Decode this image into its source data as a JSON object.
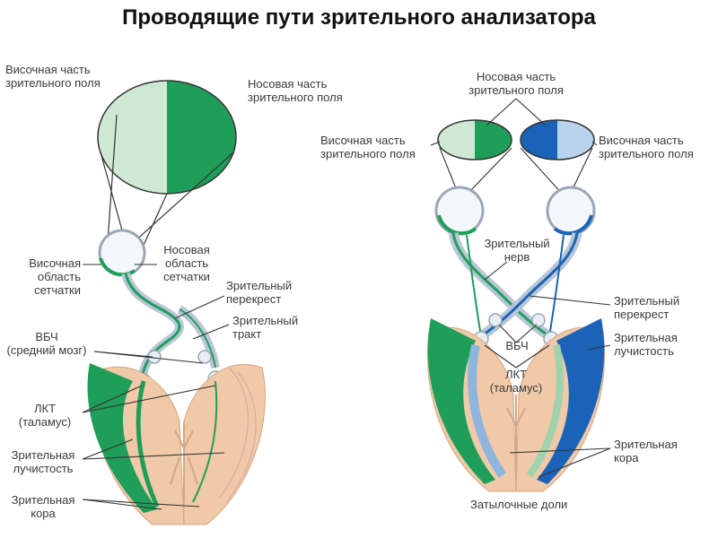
{
  "title": "Проводящие пути зрительного анализатора",
  "left": {
    "temporal_field": "Височная часть\nзрительного поля",
    "nasal_field": "Носовая часть\nзрительного поля",
    "temporal_retina": "Височная\nобласть\nсетчатки",
    "nasal_retina": "Носовая\nобласть\nсетчатки",
    "chiasm": "Зрительный\nперекрест",
    "tract": "Зрительный\nтракт",
    "midbrain": "ВБЧ\n(средний мозг)",
    "lgn": "ЛКТ\n(таламус)",
    "radiation": "Зрительная\nлучистость",
    "cortex": "Зрительная\nкора"
  },
  "right": {
    "nasal_field": "Носовая часть\nзрительного поля",
    "temporal_field_left": "Височная часть\nзрительного поля",
    "temporal_field_right": "Височная часть\nзрительного поля",
    "optic_nerve": "Зрительный\nнерв",
    "chiasm": "Зрительный\nперекрест",
    "vbch": "ВБЧ",
    "radiation": "Зрительная\nлучистость",
    "lgn": "ЛКТ\n(таламус)",
    "cortex": "Зрительная\nкора",
    "occipital": "Затылочные доли"
  },
  "colors": {
    "green": "#1f9e5a",
    "light_green": "#cfe8d3",
    "blue": "#1a63b8",
    "light_blue": "#b9d2ee",
    "skin": "#efc9a8",
    "line": "#333333"
  }
}
